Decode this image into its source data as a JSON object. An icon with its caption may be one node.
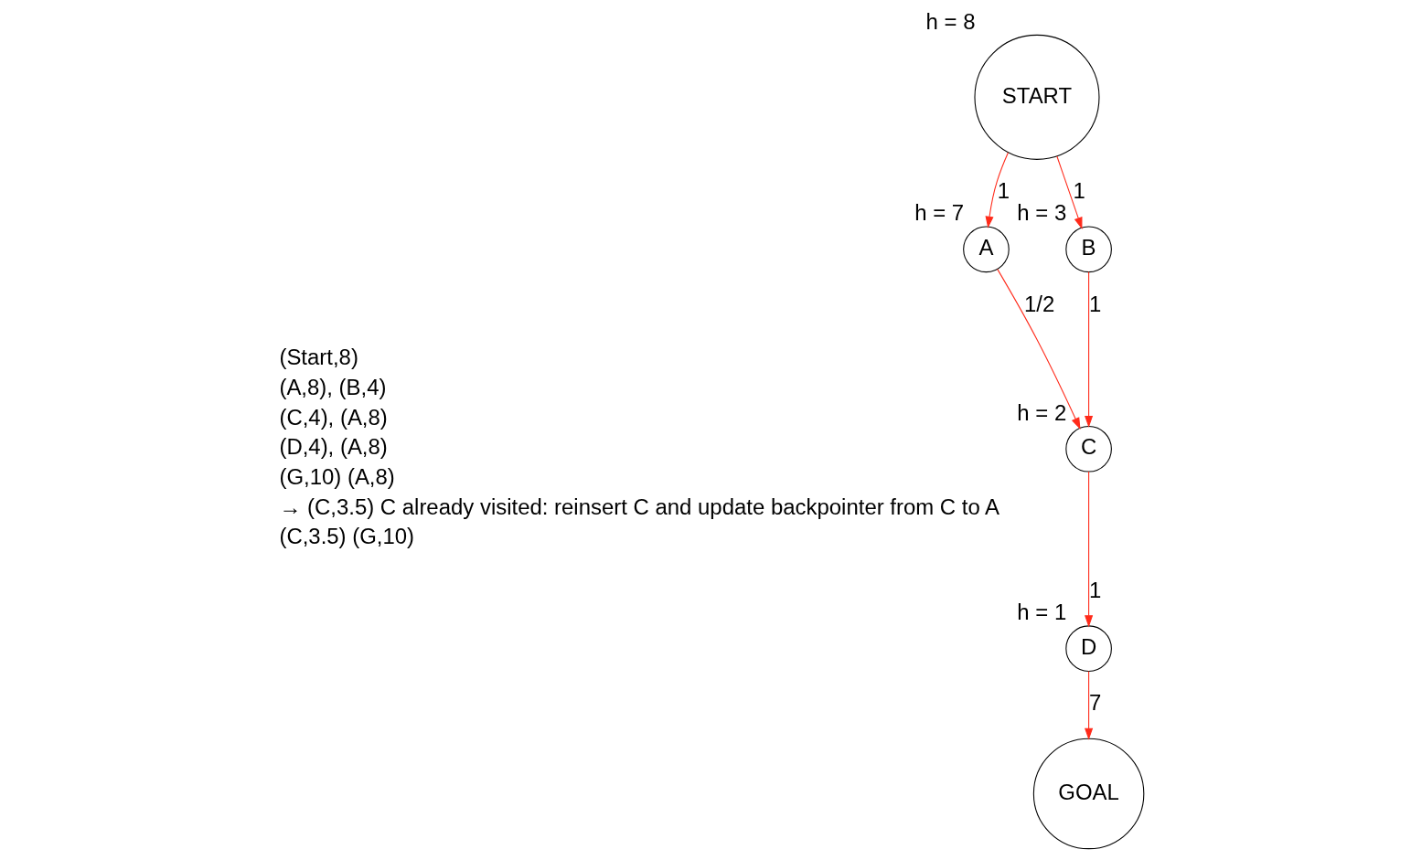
{
  "diagram": {
    "nodes": [
      {
        "text": [
          "START"
        ],
        "beside": [
          "h = 8"
        ]
      },
      {
        "text": [
          "A"
        ],
        "beside": [
          "h = 7"
        ]
      },
      {
        "text": [
          "B"
        ],
        "beside": [
          "h = 3"
        ]
      },
      {
        "text": [
          "C"
        ],
        "beside": [
          "h = 2"
        ]
      },
      {
        "text": [
          "D"
        ],
        "beside": [
          "h = 1"
        ]
      },
      {
        "text": [
          "GOAL"
        ]
      }
    ],
    "edges": [
      {
        "from": 0,
        "to": 1,
        "arrow": "to",
        "label": "1",
        "color": "#ff2a1a"
      },
      {
        "from": 0,
        "to": 2,
        "arrow": "to",
        "label": "1",
        "color": "#ff2a1a"
      },
      {
        "from": 2,
        "to": 3,
        "arrow": "to",
        "label": "1",
        "color": "#ff2a1a"
      },
      {
        "from": 1,
        "to": 3,
        "arrow": "to",
        "label": "1/2",
        "color": "#ff2a1a"
      },
      {
        "from": 3,
        "to": 4,
        "arrow": "to",
        "label": "1",
        "color": "#ff2a1a"
      },
      {
        "from": 4,
        "to": 5,
        "arrow": "to",
        "label": "7",
        "color": "#ff2a1a"
      }
    ],
    "labels": [
      "(Start,8)",
      "(A,8), (B,4)",
      "(C,4), (A,8)",
      "(D,4), (A,8)",
      "(G,10) (A,8)",
      "→ (C,3.5) C already visited: reinsert C and update backpointer from C to A",
      "(C,3.5) (G,10)"
    ]
  }
}
